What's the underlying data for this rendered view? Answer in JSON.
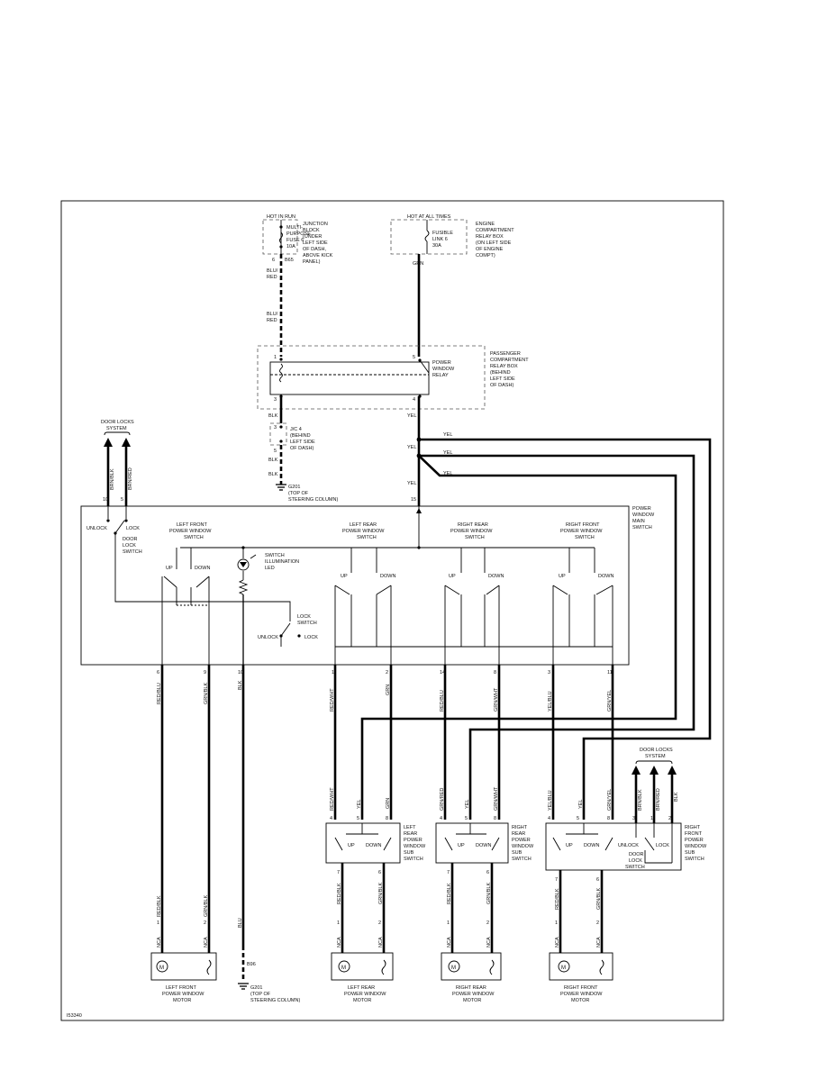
{
  "figure_id": "I53340",
  "power": {
    "hot_in_run": "HOT IN RUN",
    "hot_at_all_times": "HOT AT ALL TIMES",
    "fuse_label": [
      "MULTI-",
      "PURPOSE",
      "FUSE 6",
      "10A"
    ],
    "fuse_location": [
      "JUNCTION",
      "BLOCK",
      "(UNDER",
      "LEFT SIDE",
      "OF DASH,",
      "ABOVE KICK",
      "PANEL)"
    ],
    "fuse_pin": "6",
    "fuse_conn": "B65",
    "link_label": [
      "FUSIBLE",
      "LINK 6",
      "30A"
    ],
    "link_location": [
      "ENGINE",
      "COMPARTMENT",
      "RELAY BOX",
      "(ON LEFT SIDE",
      "OF ENGINE",
      "COMPT)"
    ]
  },
  "relay": {
    "box_location": [
      "PASSENGER",
      "COMPARTMENT",
      "RELAY BOX",
      "(BEHIND",
      "LEFT SIDE",
      "OF DASH)"
    ],
    "relay_name": [
      "POWER",
      "WINDOW",
      "RELAY"
    ],
    "pins": [
      "1",
      "3",
      "5",
      "4"
    ]
  },
  "ground_branch": {
    "jvc_label": [
      "J/C 4",
      "(BEHIND",
      "LEFT SIDE",
      "OF DASH)"
    ],
    "ground_id": "G201",
    "ground_location": [
      "(TOP OF",
      "STEERING COLUMN)"
    ],
    "pins": [
      "3",
      "5"
    ]
  },
  "wire_colors": {
    "blu_red": [
      "BLU/",
      "RED"
    ],
    "grn": "GRN",
    "blk": "BLK",
    "yel": "YEL",
    "brn_blk": "BRN/BLK",
    "brn_red": "BRN/RED",
    "red_blu": "RED/BLU",
    "grn_blk": "GRN/BLK",
    "red_wht": "RED/WHT",
    "grn_red": "GRN/RED",
    "grn_wht": "GRN/WHT",
    "yel_blu": "YEL/BLU",
    "grn_yel": "GRN/YEL",
    "red_blk": "RED/BLK",
    "blu": "BLU"
  },
  "main_switch": {
    "title": [
      "POWER",
      "WINDOW",
      "MAIN",
      "SWITCH"
    ],
    "door_locks": [
      "DOOR LOCKS",
      "SYSTEM"
    ],
    "unlock": "UNLOCK",
    "lock": "LOCK",
    "door_lock_switch": [
      "DOOR",
      "LOCK",
      "SWITCH"
    ],
    "lock_switch": [
      "LOCK",
      "SWITCH"
    ],
    "illum_led": [
      "SWITCH",
      "ILLUMINATION",
      "LED"
    ],
    "up": "UP",
    "down": "DOWN",
    "lf_switch": [
      "LEFT FRONT",
      "POWER WINDOW",
      "SWITCH"
    ],
    "lr_switch": [
      "LEFT REAR",
      "POWER WINDOW",
      "SWITCH"
    ],
    "rr_switch": [
      "RIGHT REAR",
      "POWER WINDOW",
      "SWITCH"
    ],
    "rf_switch": [
      "RIGHT FRONT",
      "POWER WINDOW",
      "SWITCH"
    ],
    "top_pins": [
      "10",
      "5",
      "15"
    ],
    "bottom_pins": [
      "6",
      "9",
      "10",
      "1",
      "2",
      "14",
      "8",
      "3",
      "11"
    ]
  },
  "sub_switches": {
    "lr": [
      "LEFT",
      "REAR",
      "POWER",
      "WINDOW",
      "SUB",
      "SWITCH"
    ],
    "rr": [
      "RIGHT",
      "REAR",
      "POWER",
      "WINDOW",
      "SUB",
      "SWITCH"
    ],
    "rf": [
      "RIGHT",
      "FRONT",
      "POWER",
      "WINDOW",
      "SUB",
      "SWITCH"
    ],
    "top_pins": [
      "4",
      "5",
      "8"
    ],
    "rf_top_pins": [
      "4",
      "5",
      "8",
      "3",
      "1",
      "2"
    ],
    "bottom_pins": [
      "7",
      "6"
    ],
    "rf_door_lock": [
      "DOOR",
      "LOCK",
      "SWITCH"
    ]
  },
  "motors": {
    "lf": [
      "LEFT FRONT",
      "POWER WINDOW",
      "MOTOR"
    ],
    "lr": [
      "LEFT REAR",
      "POWER WINDOW",
      "MOTOR"
    ],
    "rr": [
      "RIGHT REAR",
      "POWER WINDOW",
      "MOTOR"
    ],
    "rf": [
      "RIGHT FRONT",
      "POWER WINDOW",
      "MOTOR"
    ],
    "connector": "NCA",
    "pins": [
      "1",
      "2"
    ],
    "symbol": "M"
  },
  "ground2": {
    "id": "G201",
    "location": [
      "(TOP OF",
      "STEERING COLUMN)"
    ],
    "conn": "B96"
  }
}
